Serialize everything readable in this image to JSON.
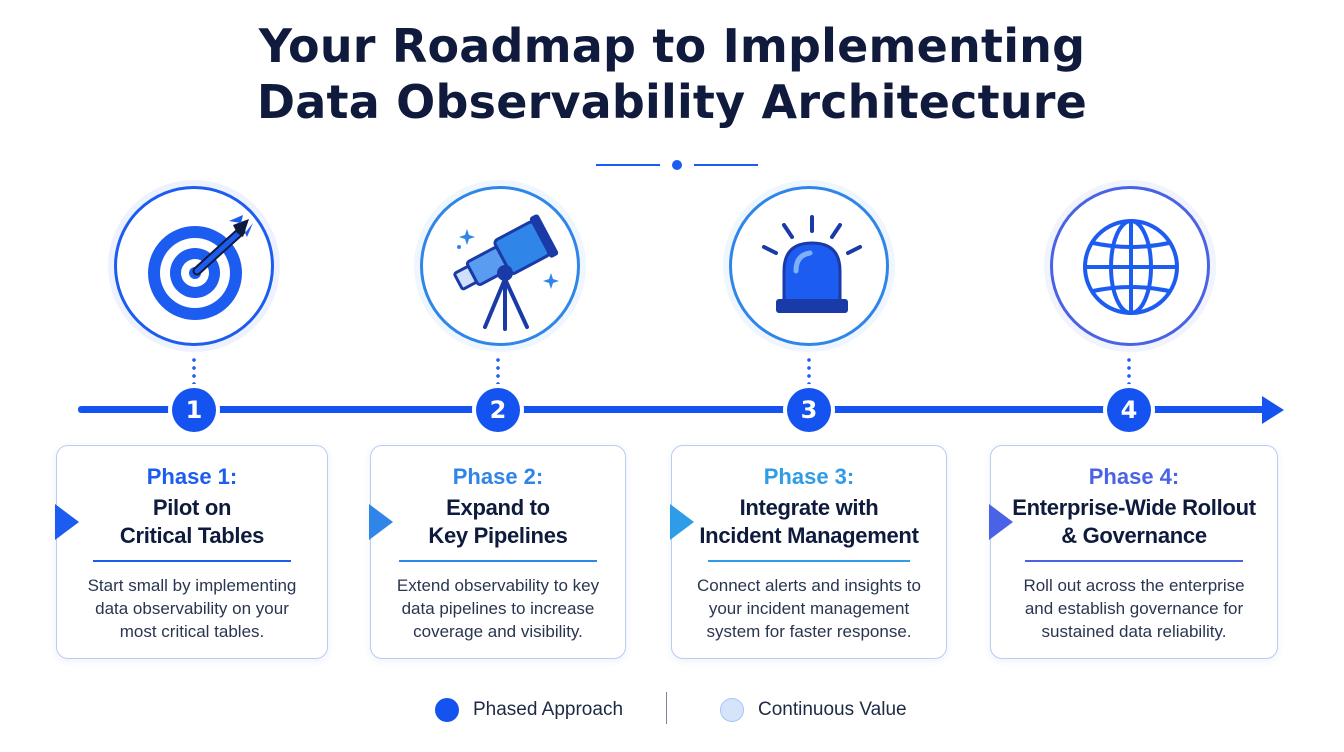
{
  "title": {
    "line1": "Your Roadmap to Implementing",
    "line2": "Data Observability Architecture"
  },
  "icons": [
    "target-arrow-icon",
    "telescope-icon",
    "siren-alert-icon",
    "globe-icon"
  ],
  "colors": {
    "primary": "#1553f0",
    "phase1": "#1d5cf0",
    "phase2": "#2f86e8",
    "phase3": "#2f9ce8",
    "phase4": "#4a63e6",
    "title": "#0f1a3c"
  },
  "phases": [
    {
      "number": "1",
      "label": "Phase 1:",
      "title_lines": [
        "Pilot on",
        "Critical Tables"
      ],
      "description_lines": [
        "Start small by implementing",
        "data observability on your",
        "most critical tables."
      ]
    },
    {
      "number": "2",
      "label": "Phase 2:",
      "title_lines": [
        "Expand to",
        "Key Pipelines"
      ],
      "description_lines": [
        "Extend observability to key",
        "data pipelines to increase",
        "coverage and visibility."
      ]
    },
    {
      "number": "3",
      "label": "Phase 3:",
      "title_lines": [
        "Integrate with",
        "Incident Management"
      ],
      "description_lines": [
        "Connect alerts and insights to",
        "your incident management",
        "system for faster response."
      ]
    },
    {
      "number": "4",
      "label": "Phase 4:",
      "title_lines": [
        "Enterprise-Wide Rollout",
        "& Governance"
      ],
      "description_lines": [
        "Roll out across the enterprise",
        "and establish governance for",
        "sustained data reliability."
      ]
    }
  ],
  "legend": {
    "filled_label": "Phased Approach",
    "light_label": "Continuous Value"
  }
}
